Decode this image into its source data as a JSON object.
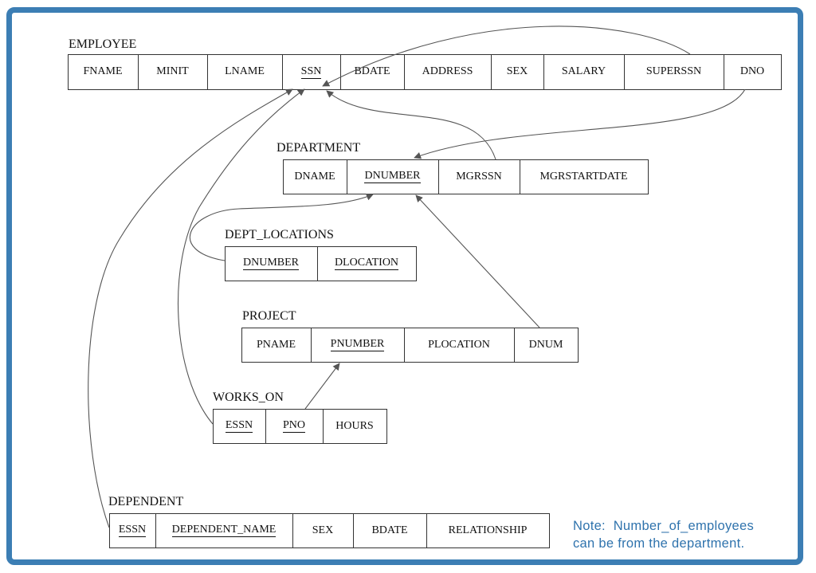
{
  "diagram": {
    "relations": {
      "employee": {
        "name": "EMPLOYEE",
        "attributes": [
          {
            "label": "FNAME",
            "key": false
          },
          {
            "label": "MINIT",
            "key": false
          },
          {
            "label": "LNAME",
            "key": false
          },
          {
            "label": "SSN",
            "key": true
          },
          {
            "label": "BDATE",
            "key": false
          },
          {
            "label": "ADDRESS",
            "key": false
          },
          {
            "label": "SEX",
            "key": false
          },
          {
            "label": "SALARY",
            "key": false
          },
          {
            "label": "SUPERSSN",
            "key": false
          },
          {
            "label": "DNO",
            "key": false
          }
        ]
      },
      "department": {
        "name": "DEPARTMENT",
        "attributes": [
          {
            "label": "DNAME",
            "key": false
          },
          {
            "label": "DNUMBER",
            "key": true
          },
          {
            "label": "MGRSSN",
            "key": false
          },
          {
            "label": "MGRSTARTDATE",
            "key": false
          }
        ]
      },
      "dept_locations": {
        "name": "DEPT_LOCATIONS",
        "attributes": [
          {
            "label": "DNUMBER",
            "key": true
          },
          {
            "label": "DLOCATION",
            "key": true
          }
        ]
      },
      "project": {
        "name": "PROJECT",
        "attributes": [
          {
            "label": "PNAME",
            "key": false
          },
          {
            "label": "PNUMBER",
            "key": true
          },
          {
            "label": "PLOCATION",
            "key": false
          },
          {
            "label": "DNUM",
            "key": false
          }
        ]
      },
      "works_on": {
        "name": "WORKS_ON",
        "attributes": [
          {
            "label": "ESSN",
            "key": true
          },
          {
            "label": "PNO",
            "key": true
          },
          {
            "label": "HOURS",
            "key": false
          }
        ]
      },
      "dependent": {
        "name": "DEPENDENT",
        "attributes": [
          {
            "label": "ESSN",
            "key": true
          },
          {
            "label": "DEPENDENT_NAME",
            "key": true
          },
          {
            "label": "SEX",
            "key": false
          },
          {
            "label": "BDATE",
            "key": false
          },
          {
            "label": "RELATIONSHIP",
            "key": false
          }
        ]
      }
    },
    "foreign_keys": [
      {
        "from": "EMPLOYEE.SUPERSSN",
        "to": "EMPLOYEE.SSN"
      },
      {
        "from": "EMPLOYEE.DNO",
        "to": "DEPARTMENT.DNUMBER"
      },
      {
        "from": "DEPARTMENT.MGRSSN",
        "to": "EMPLOYEE.SSN"
      },
      {
        "from": "DEPT_LOCATIONS.DNUMBER",
        "to": "DEPARTMENT.DNUMBER"
      },
      {
        "from": "PROJECT.DNUM",
        "to": "DEPARTMENT.DNUMBER"
      },
      {
        "from": "WORKS_ON.PNO",
        "to": "PROJECT.PNUMBER"
      },
      {
        "from": "WORKS_ON.ESSN",
        "to": "EMPLOYEE.SSN"
      },
      {
        "from": "DEPENDENT.ESSN",
        "to": "EMPLOYEE.SSN"
      }
    ],
    "note": {
      "line1": "Note:  Number_of_employees",
      "line2": "can be from the department."
    },
    "colors": {
      "frame": "#3c7eb4",
      "note_text": "#2f73ad",
      "lines": "#555555"
    }
  }
}
